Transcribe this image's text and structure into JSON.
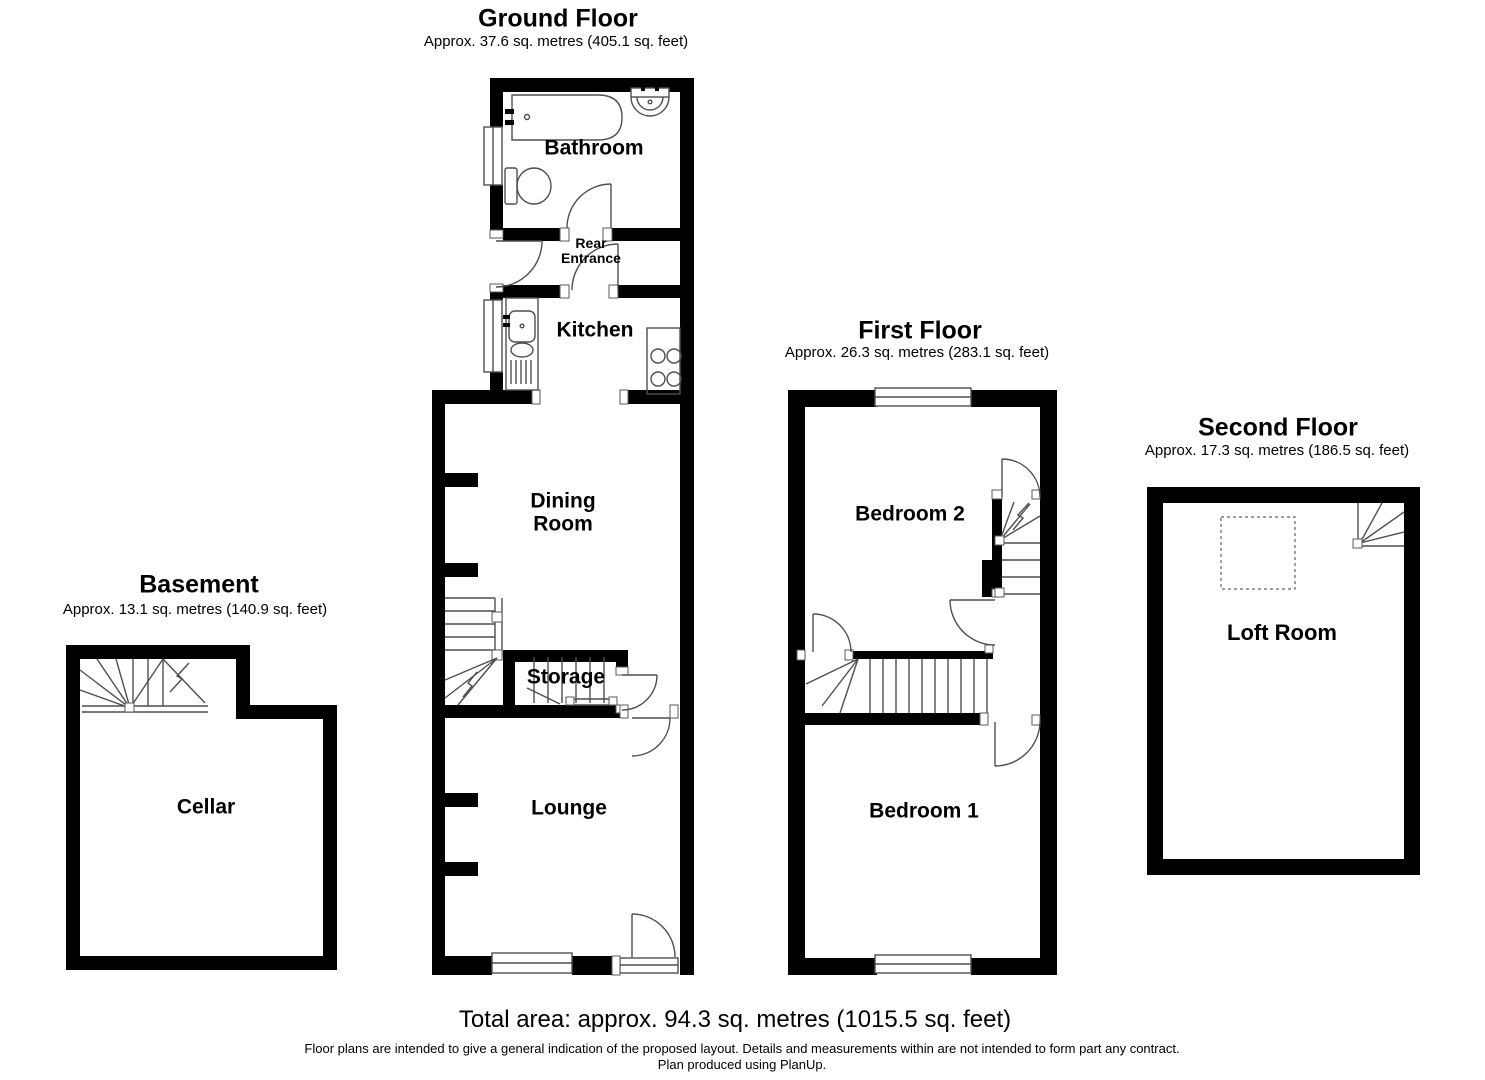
{
  "floors": [
    {
      "id": "ground",
      "title": "Ground Floor",
      "area": "Approx. 37.6 sq. metres (405.1 sq. feet)",
      "rooms": [
        {
          "label": "Bathroom"
        },
        {
          "label": "Rear Entrance"
        },
        {
          "label": "Kitchen"
        },
        {
          "label": "Dining Room"
        },
        {
          "label": "Storage"
        },
        {
          "label": "Lounge"
        }
      ]
    },
    {
      "id": "first",
      "title": "First Floor",
      "area": "Approx. 26.3 sq. metres (283.1 sq. feet)",
      "rooms": [
        {
          "label": "Bedroom 2"
        },
        {
          "label": "Bedroom 1"
        }
      ]
    },
    {
      "id": "second",
      "title": "Second Floor",
      "area": "Approx. 17.3 sq. metres (186.5 sq. feet)",
      "rooms": [
        {
          "label": "Loft Room"
        }
      ]
    },
    {
      "id": "basement",
      "title": "Basement",
      "area": "Approx. 13.1 sq. metres (140.9 sq. feet)",
      "rooms": [
        {
          "label": "Cellar"
        }
      ]
    }
  ],
  "footer": {
    "total_area": "Total area: approx. 94.3 sq. metres (1015.5 sq. feet)",
    "disclaimer": "Floor plans are intended to give a general indication of the proposed layout. Details and measurements within are not intended to form part any contract.",
    "produced_by": "Plan produced using PlanUp."
  }
}
